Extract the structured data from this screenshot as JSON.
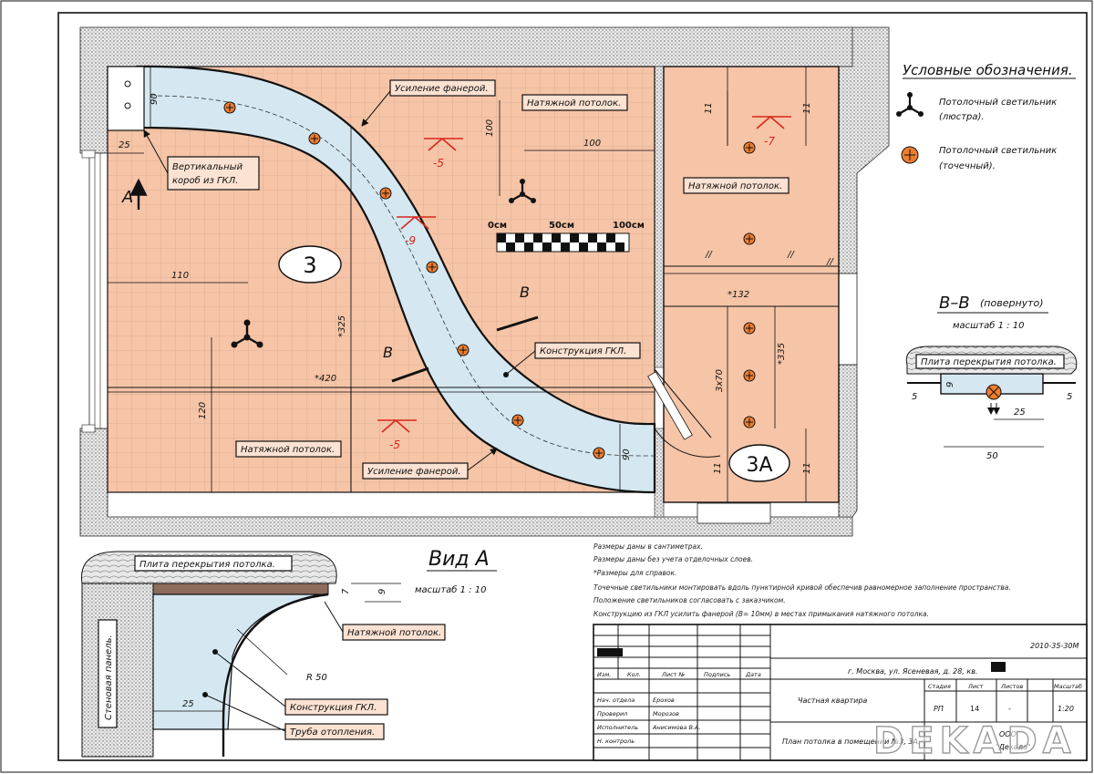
{
  "legend": {
    "title": "Условные обозначения.",
    "chandelier": [
      "Потолочный светильник",
      "(люстра)."
    ],
    "spot": [
      "Потолочный светильник",
      "(точечный)."
    ]
  },
  "rooms": {
    "room3": "3",
    "room3a": "3А",
    "stretch_ceiling": "Натяжной потолок.",
    "plywood": "Усиление фанерой.",
    "gkl_construction": "Конструкция ГКЛ.",
    "vertical_box": [
      "Вертикальный",
      "короб из ГКЛ."
    ]
  },
  "levels": [
    "-5",
    "-9",
    "-5",
    "-7"
  ],
  "dimensions": [
    "25",
    "100",
    "100",
    "110",
    "*325",
    "*420",
    "120",
    "90",
    "90",
    "*132",
    "3х70",
    "*335",
    "11",
    "11",
    "//",
    "//",
    "11",
    "11",
    "//"
  ],
  "scale_bar": [
    "0см",
    "50см",
    "100см"
  ],
  "section_marks": {
    "a": "А",
    "b1": "В",
    "b2": "В"
  },
  "section_bb": {
    "title": "В–В",
    "subtitle": "(повернуто)",
    "scale": "масштаб 1 : 10",
    "slab": "Плита перекрытия потолка.",
    "dims": [
      "5",
      "9",
      "5",
      "25",
      "50"
    ]
  },
  "view_a": {
    "title": "Вид А",
    "scale": "масштаб 1 : 10",
    "slab": "Плита перекрытия потолка.",
    "panel": "Стеновая панель.",
    "stretch": "Натяжной потолок.",
    "gkl": "Конструкция ГКЛ.",
    "pipe": "Труба отопления.",
    "dims": [
      "7",
      "9",
      "R 50",
      "25"
    ]
  },
  "notes": [
    "Размеры даны в сантиметрах.",
    "Размеры даны без учета отделочных слоев.",
    "*Размеры для справок.",
    "Точечные светильники монтировать вдоль пунктирной кривой обеспечив равномерное заполнение пространства.",
    "Положение светильников согласовать с заказчиком.",
    "Конструкцию из ГКЛ усилить фанерой (В= 10мм) в местах примыкания натяжного потолка."
  ],
  "title_block": {
    "code": "2010-35-30М",
    "address": "г. Москва, ул. Ясеневая, д. 28, кв.",
    "cols": [
      "Изм.",
      "Кол.",
      "Лист №",
      "Подпись",
      "Дата"
    ],
    "roles": [
      "Нач. отдела",
      "Проверил",
      "Исполнитель",
      "Н. контроль"
    ],
    "names": [
      "Ерохов",
      "Морозов",
      "Анисимова В.А.",
      ""
    ],
    "project": "Частная квартира",
    "sheet_title": "План потолка в помещении №3, 3А.",
    "stage_hdr": "Стадия",
    "sheet_hdr": "Лист",
    "sheets_hdr": "Листов",
    "scale_hdr": "Масштаб",
    "stage": "РП",
    "sheet": "14",
    "sheets": "-",
    "scale": "1:20",
    "org": [
      "ООО",
      "\"Декада\""
    ]
  },
  "watermark": "DEKADA",
  "colors": {
    "ceiling": "#f6c4a6",
    "gkl": "#d5e8f2",
    "wall": "#d9d9d9",
    "level_mark": "#d8261c",
    "spot": "#ef7d2f"
  }
}
